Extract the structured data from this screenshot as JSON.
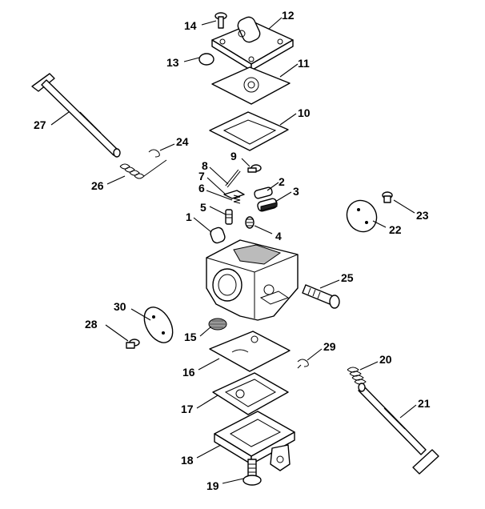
{
  "callouts": [
    {
      "id": "1",
      "label": "1"
    },
    {
      "id": "2",
      "label": "2"
    },
    {
      "id": "3",
      "label": "3"
    },
    {
      "id": "4",
      "label": "4"
    },
    {
      "id": "5",
      "label": "5"
    },
    {
      "id": "6",
      "label": "6"
    },
    {
      "id": "7",
      "label": "7"
    },
    {
      "id": "8",
      "label": "8"
    },
    {
      "id": "9",
      "label": "9"
    },
    {
      "id": "10",
      "label": "10"
    },
    {
      "id": "11",
      "label": "11"
    },
    {
      "id": "12",
      "label": "12"
    },
    {
      "id": "13",
      "label": "13"
    },
    {
      "id": "14",
      "label": "14"
    },
    {
      "id": "15",
      "label": "15"
    },
    {
      "id": "16",
      "label": "16"
    },
    {
      "id": "17",
      "label": "17"
    },
    {
      "id": "18",
      "label": "18"
    },
    {
      "id": "19",
      "label": "19"
    },
    {
      "id": "20",
      "label": "20"
    },
    {
      "id": "21",
      "label": "21"
    },
    {
      "id": "22",
      "label": "22"
    },
    {
      "id": "23",
      "label": "23"
    },
    {
      "id": "24",
      "label": "24"
    },
    {
      "id": "25",
      "label": "25"
    },
    {
      "id": "26",
      "label": "26"
    },
    {
      "id": "27",
      "label": "27"
    },
    {
      "id": "28",
      "label": "28"
    },
    {
      "id": "29",
      "label": "29"
    },
    {
      "id": "30",
      "label": "30"
    }
  ]
}
